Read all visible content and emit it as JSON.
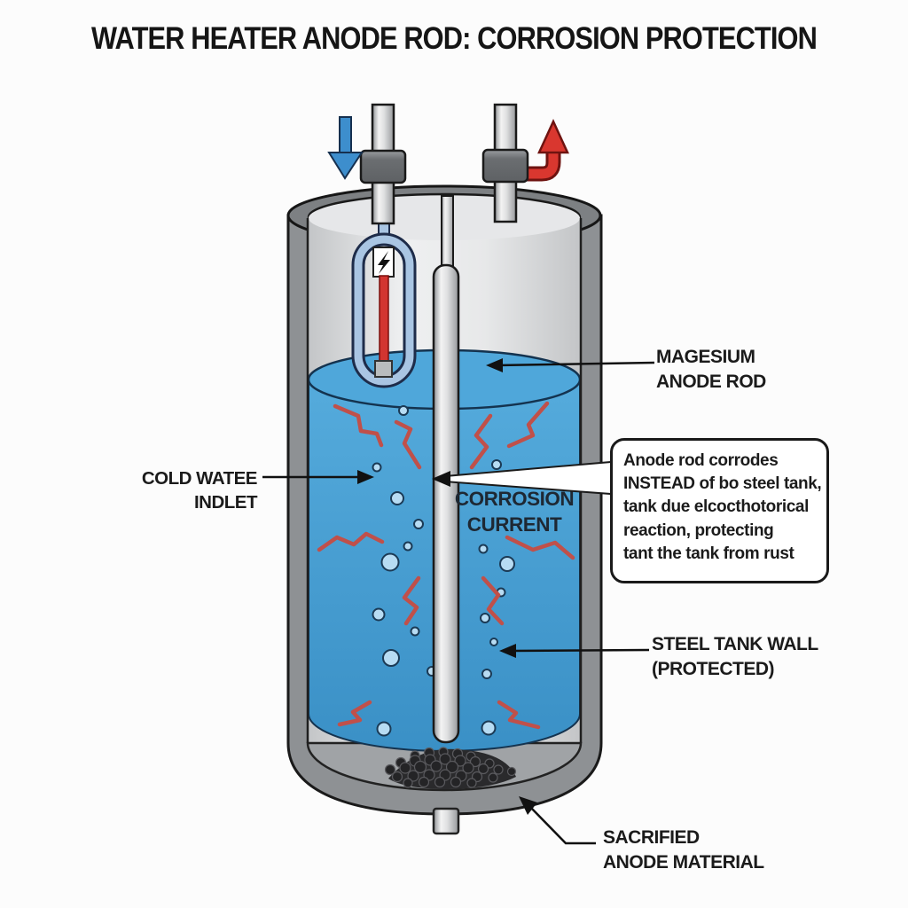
{
  "title": "WATER HEATER ANODE ROD: CORROSION PROTECTION",
  "labels": {
    "cold_inlet": "COLD WATEE INDLET",
    "magnesium": "MAGESIUM\nANODE ROD",
    "corrosion_current": "CORROSION\nCURRENT",
    "steel_wall": "STEEL TANK WALL\n(PROTECTED)",
    "sacrificed": "SACRIFIED\nANODE MATERIAL"
  },
  "callout": {
    "text": "Anode rod corrodes\nINSTEAD of bo steel tank,\ntank due elcocthotorical\nreaction, protecting\ntant the tank from rust"
  },
  "icons": {
    "cold_flow": "blue-down-arrow",
    "hot_flow": "red-curved-up-arrow",
    "element": "lightning-bolt"
  },
  "colors": {
    "water_top": "#55abdc",
    "water_deep": "#3a90c6",
    "water_surface": "#4fa7da",
    "tank_wall": "#8e9194",
    "rim": "#7d8083",
    "interior": "#e8eaeb",
    "floor": "#a0a3a6",
    "corrosion_zigzag": "#c0504a",
    "cold_arrow": "#3d8ecd",
    "hot_arrow": "#d9372f",
    "sediment": "#2a2a2c",
    "text": "#1b1b1b"
  }
}
